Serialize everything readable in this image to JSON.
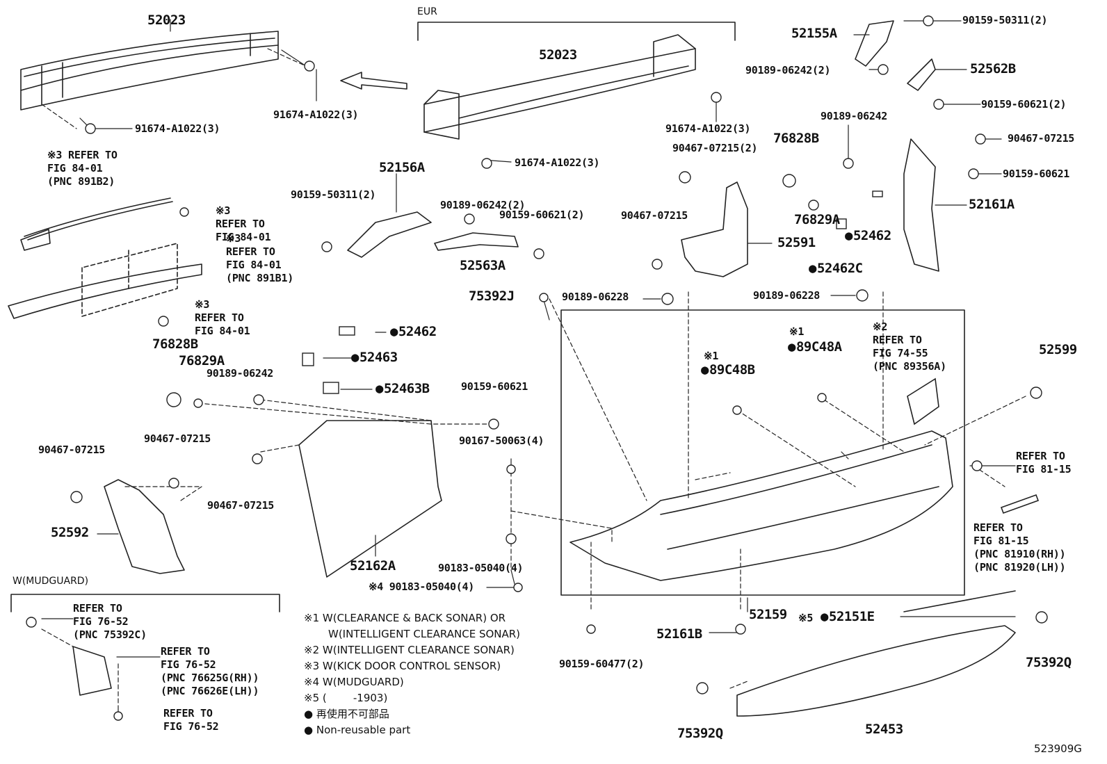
{
  "labels": {
    "eur": "EUR",
    "reinforcement_left": "52023",
    "reinforcement_right": "52023",
    "bolt_a1022_top": "91674-A1022(3)",
    "bolt_a1022_left": "91674-A1022(3)",
    "bolt_a1022_eur_right": "91674-A1022(3)",
    "bolt_a1022_eur_bottom": "91674-A1022(3)",
    "note3_fig84_a": "※3 REFER TO\nFIG 84-01\n(PNC 891B2)",
    "note3_fig84_b": "※3\nREFER TO\nFIG 84-01",
    "note3_fig84_c": "※3\nREFER TO\nFIG 84-01\n(PNC 891B1)",
    "note3_fig84_d": "※3\nREFER TO\nFIG 84-01",
    "p52156a": "52156A",
    "p90159_50311_mid": "90159-50311(2)",
    "p90189_06242_2_mid": "90189-06242(2)",
    "p90159_60621_2_mid": "90159-60621(2)",
    "p52563a": "52563A",
    "p52155a": "52155A",
    "p90159_50311_tr": "90159-50311(2)",
    "p90189_06242_2_tr": "90189-06242(2)",
    "p52562b": "52562B",
    "p90159_60621_2_tr": "90159-60621(2)",
    "p90189_06242_r": "90189-06242",
    "p90467_07215_r": "90467-07215",
    "p90159_60621_r": "90159-60621",
    "p52161a": "52161A",
    "p76828b_r": "76828B",
    "p76829a_r": "76829A",
    "p52462_r": "52462",
    "p52462c": "52462C",
    "p90467_07215_2_c": "90467-07215(2)",
    "p90467_07215_c": "90467-07215",
    "p52591": "52591",
    "p75392j": "75392J",
    "p90189_06228_l": "90189-06228",
    "p90189_06228_r": "90189-06228",
    "p52462_m": "52462",
    "p52463": "52463",
    "p52463b": "52463B",
    "p76828b_l": "76828B",
    "p76829a_l": "76829A",
    "p90189_06242_l": "90189-06242",
    "p90159_60621_m": "90159-60621",
    "p90167_50063": "90167-50063(4)",
    "p90467_07215_l1": "90467-07215",
    "p90467_07215_l2": "90467-07215",
    "p90467_07215_l3": "90467-07215",
    "p52592": "52592",
    "p52162a": "52162A",
    "p90183_05040_a": "90183-05040(4)",
    "p90183_05040_b": "※4 90183-05040(4)",
    "note1_89c48b": "※1",
    "p89c48b": "89C48B",
    "note1_89c48a": "※1",
    "p89c48a": "89C48A",
    "note2_fig74": "※2\nREFER TO\nFIG 74-55\n(PNC 89356A)",
    "p52599": "52599",
    "refer_fig81_a": "REFER TO\nFIG 81-15",
    "refer_fig81_b": "REFER TO\nFIG 81-15\n(PNC 81910(RH))\n(PNC 81920(LH))",
    "p52159": "52159",
    "p52151e_note": "※5",
    "p52151e": "52151E",
    "p52161b": "52161B",
    "p90159_60477": "90159-60477(2)",
    "p75392q_r": "75392Q",
    "p75392q_l": "75392Q",
    "p52453": "52453",
    "mudguard_title": "W(MUDGUARD)",
    "mud_refer_a": "REFER TO\nFIG 76-52\n(PNC 75392C)",
    "mud_refer_b": "REFER TO\nFIG 76-52\n(PNC 76625G(RH))\n(PNC 76626E(LH))",
    "mud_refer_c": "REFER TO\nFIG 76-52",
    "figure_id": "523909G"
  },
  "legend": {
    "n1": "※1 W(CLEARANCE & BACK SONAR) OR",
    "n1b": "W(INTELLIGENT CLEARANCE SONAR)",
    "n2": "※2 W(INTELLIGENT CLEARANCE SONAR)",
    "n3": "※3 W(KICK DOOR CONTROL SENSOR)",
    "n4": "※4 W(MUDGUARD)",
    "n5": "※5 (        -1903)",
    "non_reusable_jp": "再使用不可部品",
    "non_reusable_en": "Non-reusable part"
  }
}
